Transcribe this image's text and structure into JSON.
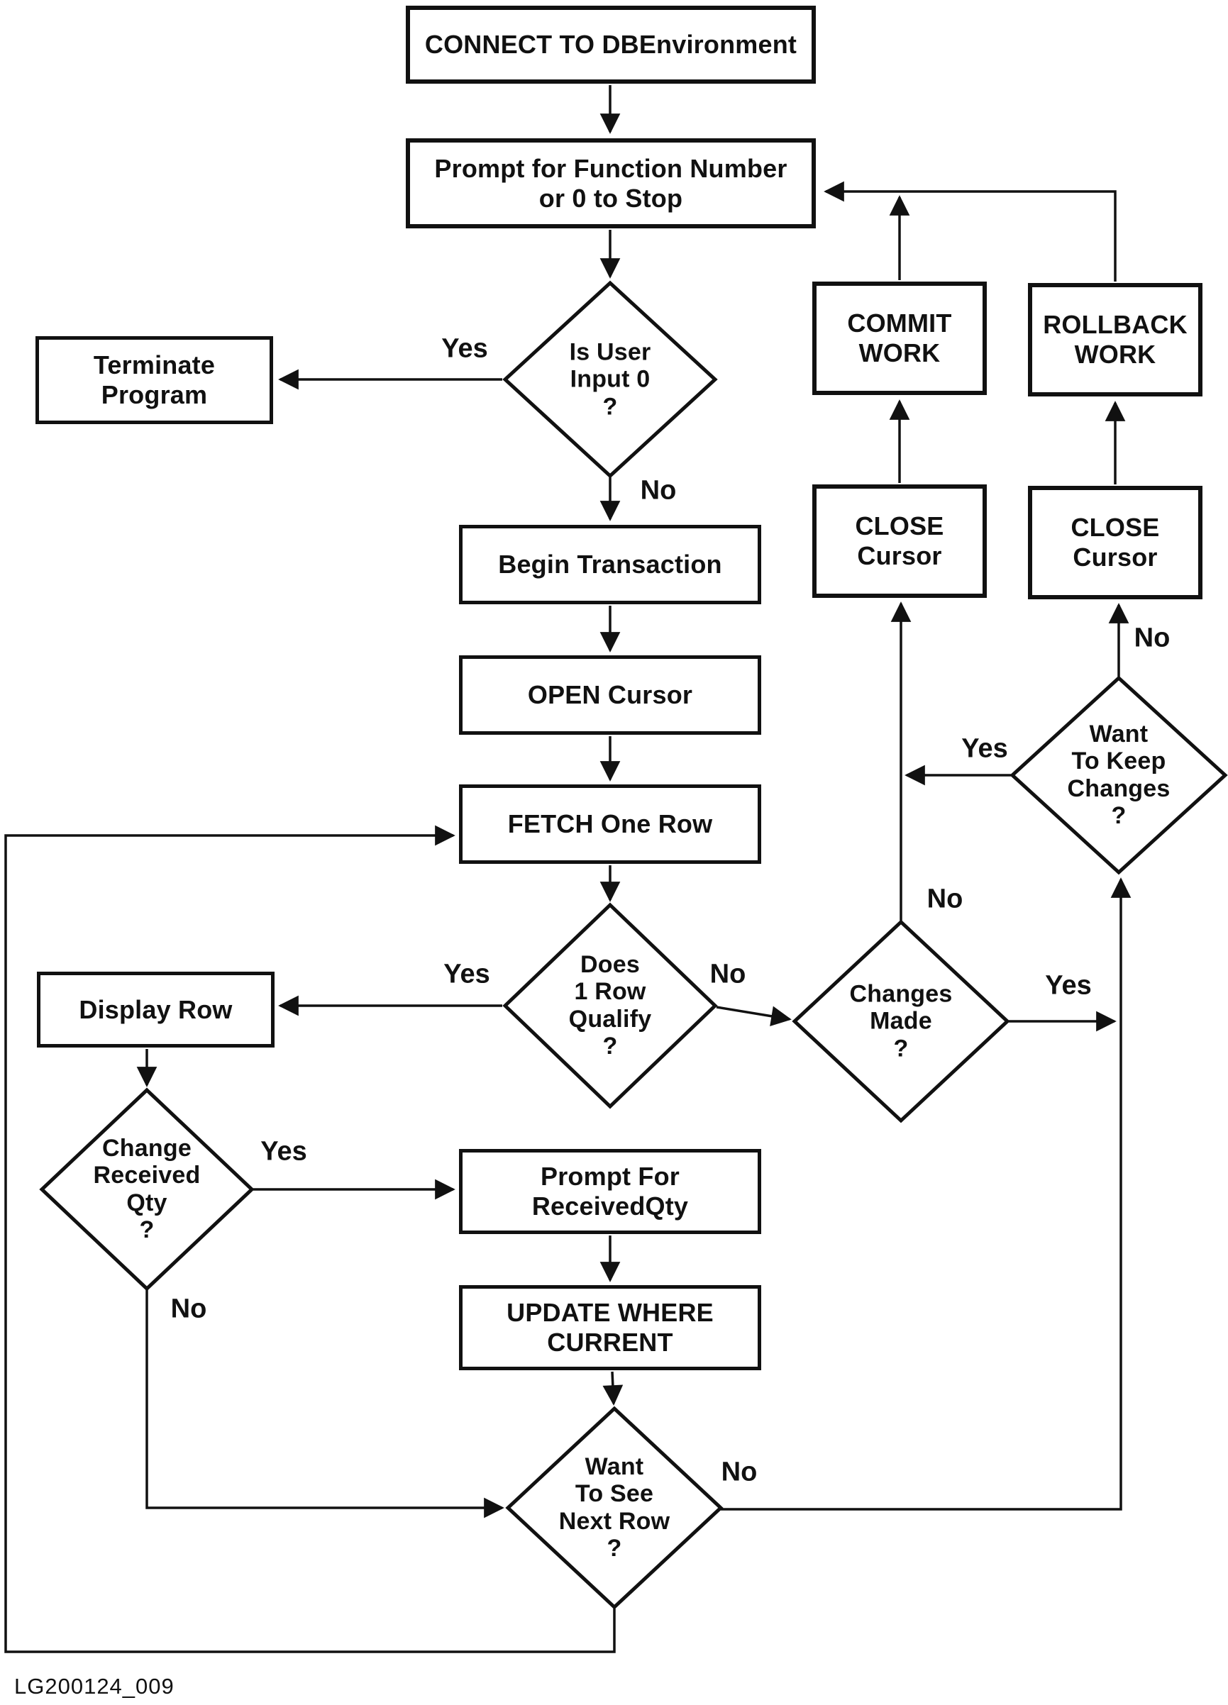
{
  "caption": "LG200124_009",
  "diagram_type": "flowchart",
  "nodes": {
    "connect": "CONNECT TO DBEnvironment",
    "prompt_function": "Prompt for Function Number\nor 0 to Stop",
    "terminate": "Terminate\nProgram",
    "begin_transaction": "Begin Transaction",
    "open_cursor": "OPEN Cursor",
    "fetch_one_row": "FETCH One Row",
    "display_row": "Display Row",
    "prompt_receivedqty": "Prompt For\nReceivedQty",
    "update_where_current": "UPDATE WHERE\nCURRENT",
    "commit_work": "COMMIT\nWORK",
    "rollback_work": "ROLLBACK\nWORK",
    "close_cursor_commit": "CLOSE\nCursor",
    "close_cursor_rollback": "CLOSE\nCursor",
    "is_user_input_0": "Is User\nInput 0\n?",
    "does_1_row_qualify": "Does\n1 Row\nQualify\n?",
    "change_received_qty": "Change\nReceived\nQty\n?",
    "want_to_see_next_row": "Want\nTo See\nNext Row\n?",
    "changes_made": "Changes\nMade\n?",
    "want_to_keep_changes": "Want\nTo Keep\nChanges\n?"
  },
  "edge_labels": {
    "input0_yes": "Yes",
    "input0_no": "No",
    "qualify_yes": "Yes",
    "qualify_no": "No",
    "chgqty_yes": "Yes",
    "chgqty_no": "No",
    "next_no": "No",
    "changes_yes": "Yes",
    "changes_no": "No",
    "keep_yes": "Yes",
    "keep_no": "No"
  },
  "edges": [
    {
      "from": "connect",
      "to": "prompt_function",
      "label": ""
    },
    {
      "from": "prompt_function",
      "to": "is_user_input_0",
      "label": ""
    },
    {
      "from": "is_user_input_0",
      "to": "terminate",
      "label": "Yes"
    },
    {
      "from": "is_user_input_0",
      "to": "begin_transaction",
      "label": "No"
    },
    {
      "from": "begin_transaction",
      "to": "open_cursor",
      "label": ""
    },
    {
      "from": "open_cursor",
      "to": "fetch_one_row",
      "label": ""
    },
    {
      "from": "fetch_one_row",
      "to": "does_1_row_qualify",
      "label": ""
    },
    {
      "from": "does_1_row_qualify",
      "to": "display_row",
      "label": "Yes"
    },
    {
      "from": "does_1_row_qualify",
      "to": "changes_made",
      "label": "No"
    },
    {
      "from": "display_row",
      "to": "change_received_qty",
      "label": ""
    },
    {
      "from": "change_received_qty",
      "to": "prompt_receivedqty",
      "label": "Yes"
    },
    {
      "from": "change_received_qty",
      "to": "want_to_see_next_row",
      "label": "No"
    },
    {
      "from": "prompt_receivedqty",
      "to": "update_where_current",
      "label": ""
    },
    {
      "from": "update_where_current",
      "to": "want_to_see_next_row",
      "label": ""
    },
    {
      "from": "want_to_see_next_row",
      "to": "fetch_one_row",
      "label": ""
    },
    {
      "from": "want_to_see_next_row",
      "to": "want_to_keep_changes",
      "label": "No"
    },
    {
      "from": "changes_made",
      "to": "close_cursor_commit",
      "label": "No"
    },
    {
      "from": "changes_made",
      "to": "want_to_keep_changes",
      "label": "Yes"
    },
    {
      "from": "want_to_keep_changes",
      "to": "close_cursor_commit",
      "label": "Yes"
    },
    {
      "from": "want_to_keep_changes",
      "to": "close_cursor_rollback",
      "label": "No"
    },
    {
      "from": "close_cursor_commit",
      "to": "commit_work",
      "label": ""
    },
    {
      "from": "close_cursor_rollback",
      "to": "rollback_work",
      "label": ""
    },
    {
      "from": "commit_work",
      "to": "prompt_function",
      "label": ""
    },
    {
      "from": "rollback_work",
      "to": "prompt_function",
      "label": ""
    }
  ]
}
